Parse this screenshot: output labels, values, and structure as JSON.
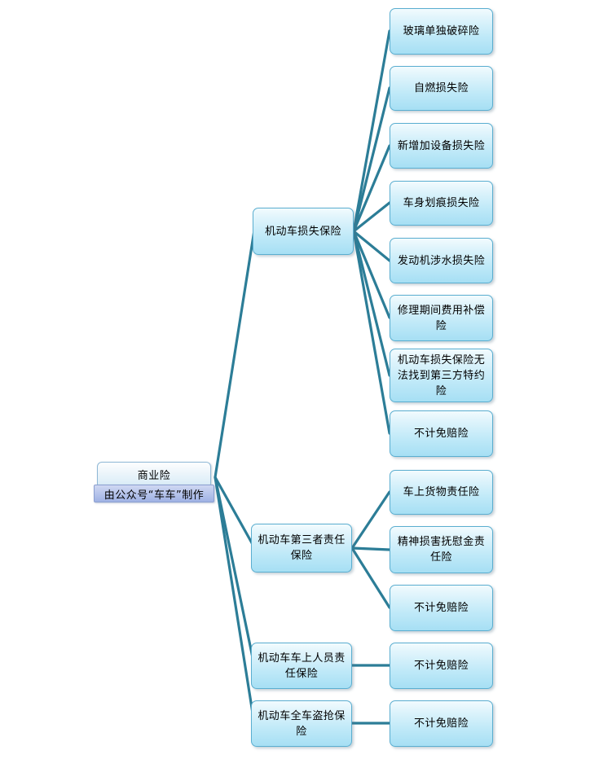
{
  "diagram": {
    "title": "商业险",
    "type": "mindmap",
    "line_color": "#2c7d97",
    "node_fill": "#b4e4f6",
    "node_border": "#5aaed0",
    "root_sub_fill": "#b0c0ea"
  },
  "root": {
    "label": "商业险",
    "credit": "由公众号“车车”制作"
  },
  "branches": [
    {
      "label": "机动车损失保险",
      "children": [
        {
          "label": "玻璃单独破碎险"
        },
        {
          "label": "自燃损失险"
        },
        {
          "label": "新增加设备损失险"
        },
        {
          "label": "车身划痕损失险"
        },
        {
          "label": "发动机涉水损失险"
        },
        {
          "label": "修理期间费用补偿\n险"
        },
        {
          "label": "机动车损失保险无\n法找到第三方特约\n险"
        },
        {
          "label": "不计免赔险"
        }
      ]
    },
    {
      "label": "机动车第三者责任\n保险",
      "children": [
        {
          "label": "车上货物责任险"
        },
        {
          "label": "精神损害抚慰金责\n任险"
        },
        {
          "label": "不计免赔险"
        }
      ]
    },
    {
      "label": "机动车车上人员责\n任保险",
      "children": [
        {
          "label": "不计免赔险"
        }
      ]
    },
    {
      "label": "机动车全车盗抢保\n险",
      "children": [
        {
          "label": "不计免赔险"
        }
      ]
    }
  ]
}
